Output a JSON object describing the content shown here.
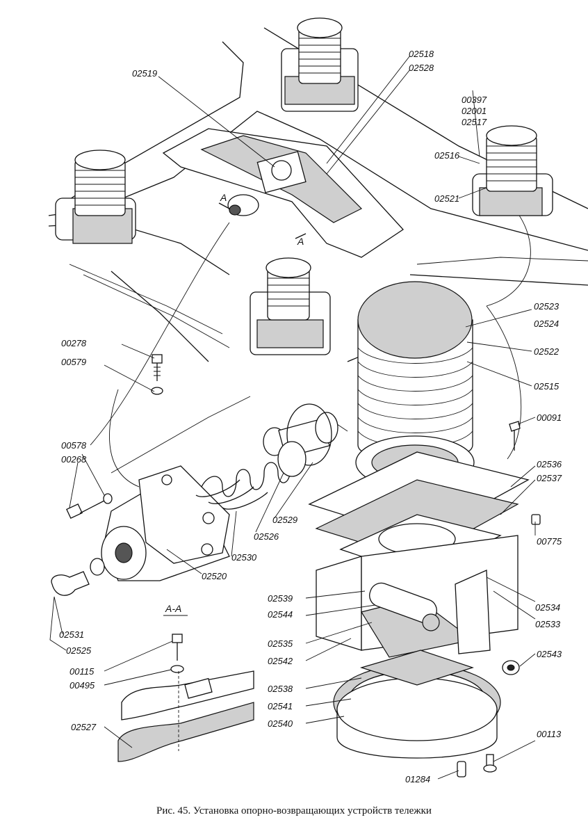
{
  "figure": {
    "caption": "Рис. 45. Установка опорно-возвращающих устройств тележки",
    "section_label": "А-А",
    "section_mark_a1": "А",
    "section_mark_a2": "А"
  },
  "labels": [
    "02519",
    "02518",
    "02528",
    "00397",
    "02001",
    "02517",
    "02516",
    "02521",
    "02523",
    "02524",
    "02522",
    "02515",
    "00091",
    "00278",
    "00579",
    "00578",
    "00268",
    "02536",
    "02537",
    "00775",
    "02529",
    "02526",
    "02530",
    "02520",
    "02534",
    "02533",
    "02539",
    "02544",
    "02535",
    "02542",
    "02543",
    "02531",
    "02525",
    "00115",
    "00495",
    "02527",
    "02538",
    "02541",
    "02540",
    "00113",
    "01284"
  ]
}
